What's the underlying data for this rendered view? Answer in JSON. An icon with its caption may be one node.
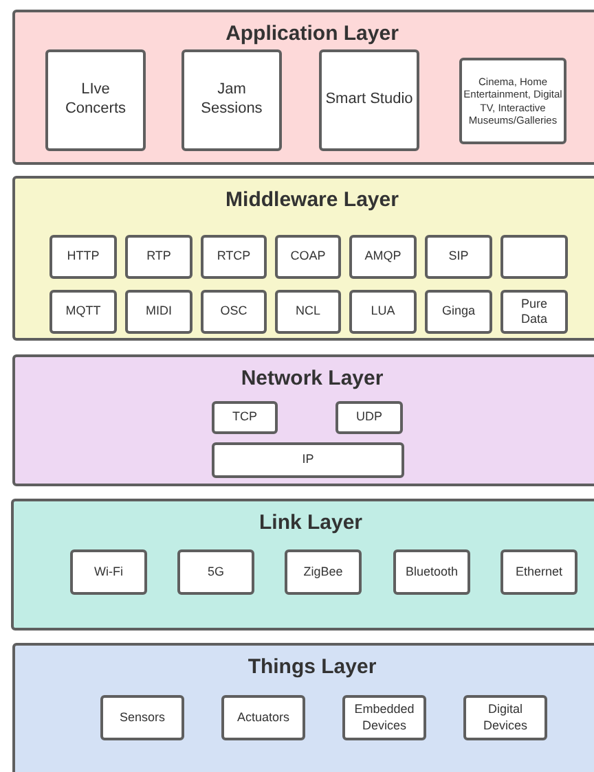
{
  "diagram": {
    "nodes": [
      {
        "text": [
          "Application Layer"
        ]
      },
      {
        "text": [
          "LIve Concerts"
        ],
        "in": 0
      },
      {
        "text": [
          "Jam Sessions"
        ],
        "in": 0
      },
      {
        "text": [
          "Smart Studio"
        ],
        "in": 0
      },
      {
        "text": [
          "Cinema, Home Entertainment, Digital TV, Interactive Museums/Galleries"
        ],
        "in": 0
      },
      {
        "text": [
          "Middleware Layer"
        ]
      },
      {
        "text": [
          "HTTP"
        ],
        "in": 5
      },
      {
        "text": [
          "RTP"
        ],
        "in": 5
      },
      {
        "text": [
          "RTCP"
        ],
        "in": 5
      },
      {
        "text": [
          "COAP"
        ],
        "in": 5
      },
      {
        "text": [
          "AMQP"
        ],
        "in": 5
      },
      {
        "text": [
          "SIP"
        ],
        "in": 5
      },
      {
        "text": [],
        "shape": "box",
        "in": 5
      },
      {
        "text": [
          "MQTT"
        ],
        "in": 5
      },
      {
        "text": [
          "MIDI"
        ],
        "in": 5
      },
      {
        "text": [
          "OSC"
        ],
        "in": 5
      },
      {
        "text": [
          "NCL"
        ],
        "in": 5
      },
      {
        "text": [
          "LUA"
        ],
        "in": 5
      },
      {
        "text": [
          "Ginga"
        ],
        "in": 5
      },
      {
        "text": [
          "Pure Data"
        ],
        "in": 5
      },
      {
        "text": [
          "Network Layer"
        ]
      },
      {
        "text": [
          "TCP"
        ],
        "in": 20
      },
      {
        "text": [
          "UDP"
        ],
        "in": 20
      },
      {
        "text": [
          "IP"
        ],
        "in": 20
      },
      {
        "text": [
          "Link Layer"
        ]
      },
      {
        "text": [
          "Wi-Fi"
        ],
        "in": 24
      },
      {
        "text": [
          "5G"
        ],
        "in": 24
      },
      {
        "text": [
          "ZigBee"
        ],
        "in": 24
      },
      {
        "text": [
          "Bluetooth"
        ],
        "in": 24
      },
      {
        "text": [
          "Ethernet"
        ],
        "in": 24
      },
      {
        "text": [
          "Things Layer"
        ]
      },
      {
        "text": [
          "Sensors"
        ],
        "in": 30
      },
      {
        "text": [
          "Actuators"
        ],
        "in": 30
      },
      {
        "text": [
          "Embedded Devices"
        ],
        "in": 30
      },
      {
        "text": [
          "Digital Devices"
        ],
        "in": 30
      }
    ],
    "edges": []
  }
}
